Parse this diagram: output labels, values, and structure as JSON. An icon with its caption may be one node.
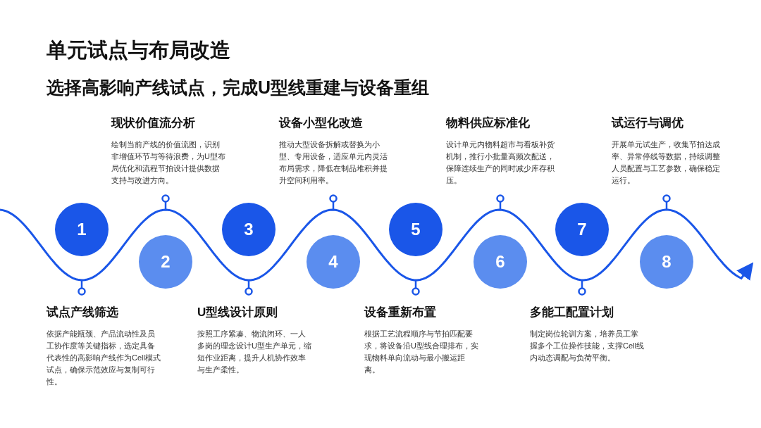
{
  "diagram": {
    "title": "单元试点与布局改造",
    "caption": "选择高影响产线试点，完成U型线重建与设备重组",
    "nodes": [
      {
        "text": [
          "1"
        ],
        "beside": [
          "试点产线筛选",
          "依据产能瓶颈、产品流动性及员工协作度等关键指标，选定具备代表性的高影响产线作为Cell模式试点，确保示范效应与复制可行性。"
        ]
      },
      {
        "text": [
          "2"
        ],
        "beside": [
          "现状价值流分析",
          "绘制当前产线的价值流图，识别非增值环节与等待浪费，为U型布局优化和流程节拍设计提供数据支持与改进方向。"
        ]
      },
      {
        "text": [
          "3"
        ],
        "beside": [
          "U型线设计原则",
          "按照工序紧凑、物流闭环、一人多岗的理念设计U型生产单元，缩短作业距离，提升人机协作效率与生产柔性。"
        ]
      },
      {
        "text": [
          "4"
        ],
        "beside": [
          "设备小型化改造",
          "推动大型设备拆解或替换为小型、专用设备，适应单元内灵活布局需求，降低在制品堆积并提升空间利用率。"
        ]
      },
      {
        "text": [
          "5"
        ],
        "beside": [
          "设备重新布置",
          "根据工艺流程顺序与节拍匹配要求，将设备沿U型线合理排布，实现物料单向流动与最小搬运距离。"
        ]
      },
      {
        "text": [
          "6"
        ],
        "beside": [
          "物料供应标准化",
          "设计单元内物料超市与看板补货机制，推行小批量高频次配送，保障连续生产的同时减少库存积压。"
        ]
      },
      {
        "text": [
          "7"
        ],
        "beside": [
          "多能工配置计划",
          "制定岗位轮训方案，培养员工掌握多个工位操作技能，支撑Cell线内动态调配与负荷平衡。"
        ]
      },
      {
        "text": [
          "8"
        ],
        "beside": [
          "试运行与调优",
          "开展单元试生产，收集节拍达成率、异常停线等数据，持续调整人员配置与工艺参数，确保稳定运行。"
        ]
      }
    ]
  }
}
